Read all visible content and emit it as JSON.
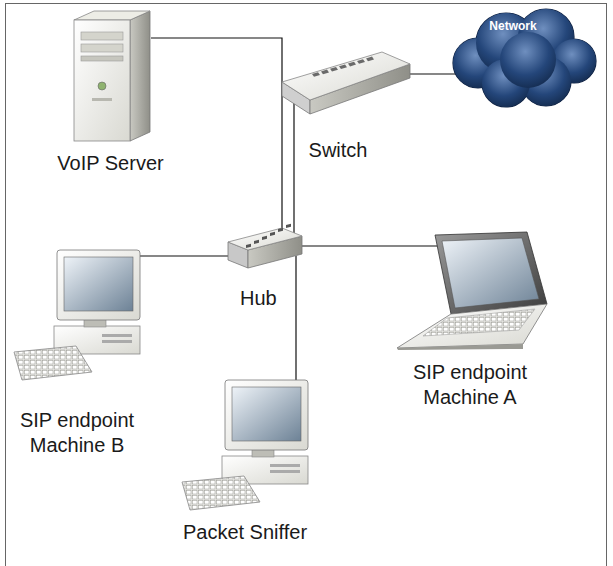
{
  "diagram": {
    "nodes": [
      {
        "text": [
          "VoIP Server"
        ]
      },
      {
        "text": [
          "Switch"
        ]
      },
      {
        "text": [
          "Network"
        ]
      },
      {
        "text": [
          "Hub"
        ]
      },
      {
        "text": [
          "SIP endpoint Machine B"
        ]
      },
      {
        "text": [
          "SIP endpoint Machine A"
        ]
      },
      {
        "text": [
          "Packet Sniffer"
        ]
      }
    ],
    "edges": [
      {
        "from": 0,
        "to": 3,
        "arrow": "none"
      },
      {
        "from": 1,
        "to": 3,
        "arrow": "none"
      },
      {
        "from": 1,
        "to": 2,
        "arrow": "none"
      },
      {
        "from": 3,
        "to": 4,
        "arrow": "none"
      },
      {
        "from": 3,
        "to": 5,
        "arrow": "none"
      },
      {
        "from": 3,
        "to": 6,
        "arrow": "none"
      }
    ]
  }
}
